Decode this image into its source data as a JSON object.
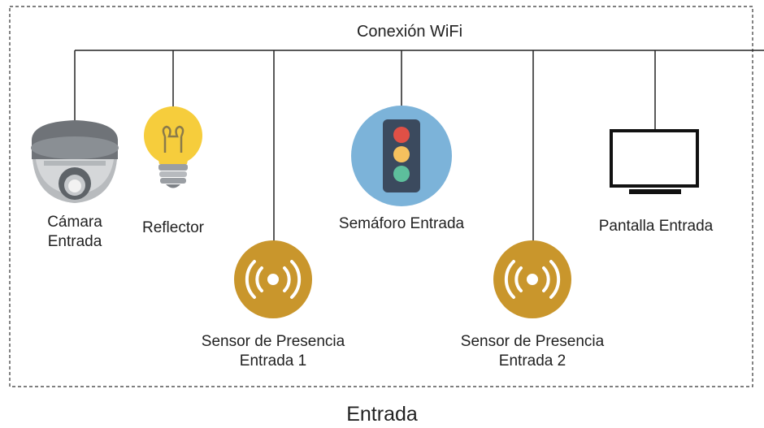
{
  "bus_label": "Conexión WiFi",
  "zone_label": "Entrada",
  "devices": {
    "camera": {
      "line1": "Cámara",
      "line2": "Entrada"
    },
    "reflector": {
      "label": "Reflector"
    },
    "sensor1": {
      "line1": "Sensor de Presencia",
      "line2": "Entrada 1"
    },
    "traffic_light": {
      "label": "Semáforo Entrada"
    },
    "sensor2": {
      "line1": "Sensor de Presencia",
      "line2": "Entrada 2"
    },
    "screen": {
      "label": "Pantalla Entrada"
    }
  },
  "colors": {
    "sensor": "#c9962c",
    "bulb": "#f6cd3c",
    "traffic_circle": "#7cb3d9",
    "traffic_body": "#3b4a5e",
    "red": "#e05046",
    "yellow": "#f5c15e",
    "green": "#5dbf9c"
  }
}
